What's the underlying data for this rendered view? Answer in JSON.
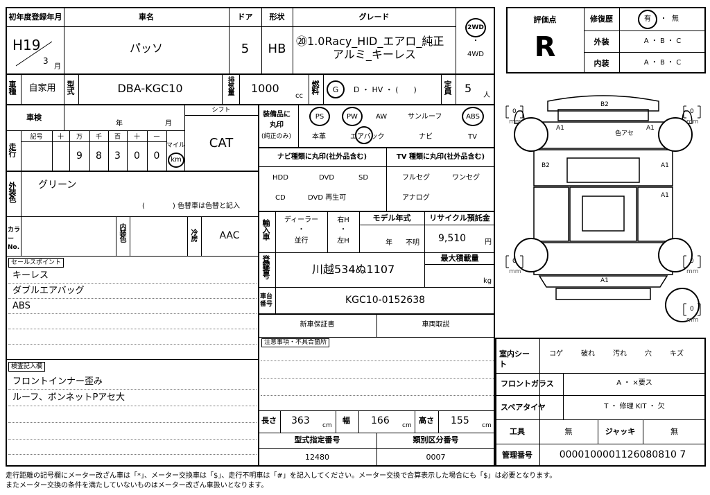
{
  "header": {
    "year_label": "初年度登録年月",
    "car_name_label": "車名",
    "door_label": "ドア",
    "body_type_label": "形状",
    "grade_label": "グレード"
  },
  "registration": {
    "era_year": "H19",
    "month": "3",
    "month_unit": "月"
  },
  "car_name": "パッソ",
  "doors": "5",
  "body_type": "HB",
  "grade": {
    "line1": "⑳1.0Racy_HID_エアロ_純正",
    "line2": "アルミ_キーレス"
  },
  "drive": {
    "two_wd": "2WD",
    "dot": "・",
    "four_wd": "4WD"
  },
  "eval": {
    "label": "評価点",
    "score": "R",
    "repair_label": "修復歴",
    "repair_yes": "有",
    "repair_sep": "・",
    "repair_no": "無",
    "exterior_label": "外装",
    "interior_label": "内装",
    "grades": "A ・ B ・ C"
  },
  "row2": {
    "usage_label": "車種",
    "usage": "自家用",
    "model_label": "型式",
    "model": "DBA-KGC10",
    "displacement_label": "排気量",
    "displacement": "1000",
    "displacement_unit": "cc",
    "fuel_label": "燃料",
    "fuel_g": "G",
    "fuel_rest": "D ・ HV ・ (　　)",
    "capacity_label": "定員",
    "capacity": "5",
    "capacity_unit": "人"
  },
  "inspection": {
    "label": "車検",
    "year_unit": "年",
    "month_unit": "月",
    "shift_label": "シフト",
    "shift": "CAT"
  },
  "mileage": {
    "label": "走行",
    "sign_label": "記号",
    "unit_labels": [
      "十",
      "万",
      "千",
      "百",
      "十",
      "一"
    ],
    "digits": [
      "9",
      "8",
      "3",
      "0",
      "0"
    ],
    "mile_label": "マイル",
    "km_label": "km"
  },
  "color": {
    "label": "外装色",
    "value": "グリーン",
    "note": "(　　　　) 色替車は色替と記入",
    "color_no_label": "カラーNo.",
    "interior_label": "内装色",
    "ac_label": "冷房",
    "ac_value": "AAC"
  },
  "sales_points": {
    "label": "セールスポイント",
    "items": [
      "キーレス",
      "ダブルエアバッグ",
      "ABS",
      "",
      "",
      ""
    ]
  },
  "inspector": {
    "label": "検査記入欄",
    "items": [
      "フロントインナー歪み",
      "ルーフ、ボンネットPアセ大",
      "",
      ""
    ]
  },
  "equipment": {
    "label1": "装備品に",
    "label2": "丸印",
    "label3": "(純正のみ)",
    "items_top": [
      "PS",
      "PW",
      "AW",
      "サンルーフ",
      "ABS"
    ],
    "items_bottom": [
      "本革",
      "エアバック",
      "ナビ",
      "TV"
    ]
  },
  "navi": {
    "label": "ナビ種類に丸印(社外品含む)",
    "row1": [
      "HDD",
      "DVD",
      "SD"
    ],
    "row2": [
      "CD",
      "DVD 再生可"
    ]
  },
  "tv": {
    "label": "TV 種類に丸印(社外品含む)",
    "row1": [
      "フルセグ",
      "ワンセグ"
    ],
    "row2": [
      "アナログ"
    ]
  },
  "import": {
    "label": "輸入車",
    "dealer": "ディーラー",
    "dot": "・",
    "parallel": "並行",
    "rhd": "右H",
    "lhd": "左H"
  },
  "model_year": {
    "label": "モデル年式",
    "year_unit": "年",
    "unknown": "不明"
  },
  "recycle": {
    "label": "リサイクル預託金",
    "value": "9,510",
    "unit": "円"
  },
  "plate": {
    "label": "登録番号",
    "value": "川越534ぬ1107",
    "max_load_label": "最大積載量",
    "max_load_unit": "kg"
  },
  "chassis": {
    "label": "車台番号",
    "value": "KGC10-0152638"
  },
  "warranty": {
    "new_label": "新車保証書",
    "manual_label": "車両取説"
  },
  "notes": {
    "label": "注意事項・不具合箇所"
  },
  "dims": {
    "length_label": "長さ",
    "length": "363",
    "width_label": "幅",
    "width": "166",
    "height_label": "高さ",
    "height": "155",
    "unit": "cm"
  },
  "type_numbers": {
    "type_label": "型式指定番号",
    "type_value": "12480",
    "class_label": "類別区分番号",
    "class_value": "0007"
  },
  "diagram": {
    "tire_values": [
      "0",
      "0",
      "0",
      "0",
      "0"
    ],
    "tire_unit": "mm",
    "marks": [
      "B2",
      "A1",
      "A1",
      "色アセ",
      "B2",
      "A1",
      "A1",
      "A1"
    ]
  },
  "interior_sheet": {
    "label": "室内シート",
    "items": [
      "コゲ",
      "破れ",
      "汚れ",
      "穴",
      "キズ"
    ]
  },
  "windshield": {
    "label": "フロントガラス",
    "value": "A ・ ×要ス"
  },
  "spare": {
    "label": "スペアタイヤ",
    "value": "T ・ 修理 KIT ・ 欠"
  },
  "tools": {
    "label": "工具",
    "value": "無",
    "jack_label": "ジャッキ",
    "jack_value": "無"
  },
  "control": {
    "label": "管理番号",
    "value": "0000100001126080810 7"
  },
  "footer": {
    "line1": "走行距離の記号欄にメーター改ざん車は「*」、メーター交換車は「$」、走行不明車は「#」を記入してください。メーター交換で合算表示した場合にも「$」は必要となります。",
    "line2": "またメーター交換の条件を満たしていないものはメーター改ざん車扱いとなります。"
  }
}
